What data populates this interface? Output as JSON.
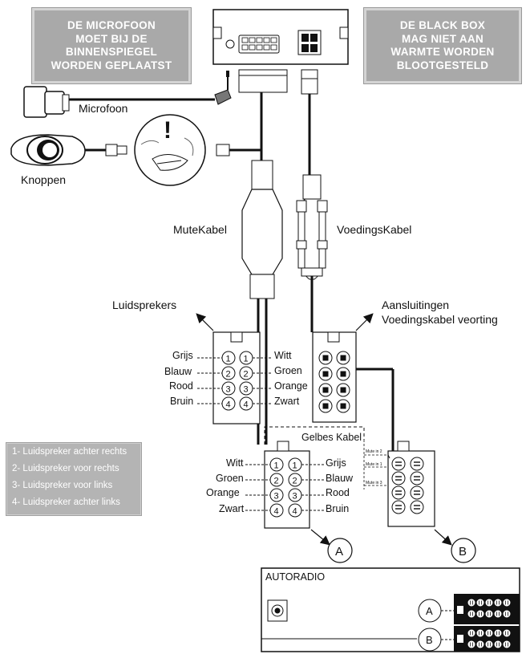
{
  "warnings": {
    "microphone": [
      "DE MICROFOON",
      "MOET BIJ DE",
      "BINNENSPIEGEL",
      "WORDEN GEPLAATST"
    ],
    "blackbox": [
      "DE BLACK BOX",
      "MAG NIET AAN",
      "WARMTE WORDEN",
      "BLOOTGESTELD"
    ]
  },
  "labels": {
    "microfoon": "Microfoon",
    "knoppen": "Knoppen",
    "mutekabel": "MuteKabel",
    "voedingskabel": "VoedingsKabel",
    "luidsprekers": "Luidsprekers",
    "aansluitingen_1": "Aansluitingen",
    "aansluitingen_2": "Voedingskabel veorting",
    "gelbes_kabel": "Gelbes Kabel",
    "autoradio": "AUTORADIO",
    "mute_in_2": "Mute in 2",
    "mute_in_1": "Mute in 1",
    "mute_in_3": "Mute in 3",
    "marker_a": "A",
    "marker_b": "B"
  },
  "speaker_connector_top": {
    "left_wires": [
      "Grijs",
      "Blauw",
      "Rood",
      "Bruin"
    ],
    "right_wires": [
      "Witt",
      "Groen",
      "Orange",
      "Zwart"
    ],
    "pins": [
      "1",
      "2",
      "3",
      "4"
    ]
  },
  "speaker_connector_bottom": {
    "left_wires": [
      "Witt",
      "Groen",
      "Orange",
      "Zwart"
    ],
    "right_wires": [
      "Grijs",
      "Blauw",
      "Rood",
      "Bruin"
    ],
    "pins": [
      "1",
      "2",
      "3",
      "4"
    ]
  },
  "legend": [
    "1- Luidspreker achter rechts",
    "2- Luidspreker voor rechts",
    "3- Luidspreker voor links",
    "4- Luidspreker achter links"
  ],
  "colors": {
    "grey_box": "#a9a9a9",
    "line": "#111111"
  }
}
